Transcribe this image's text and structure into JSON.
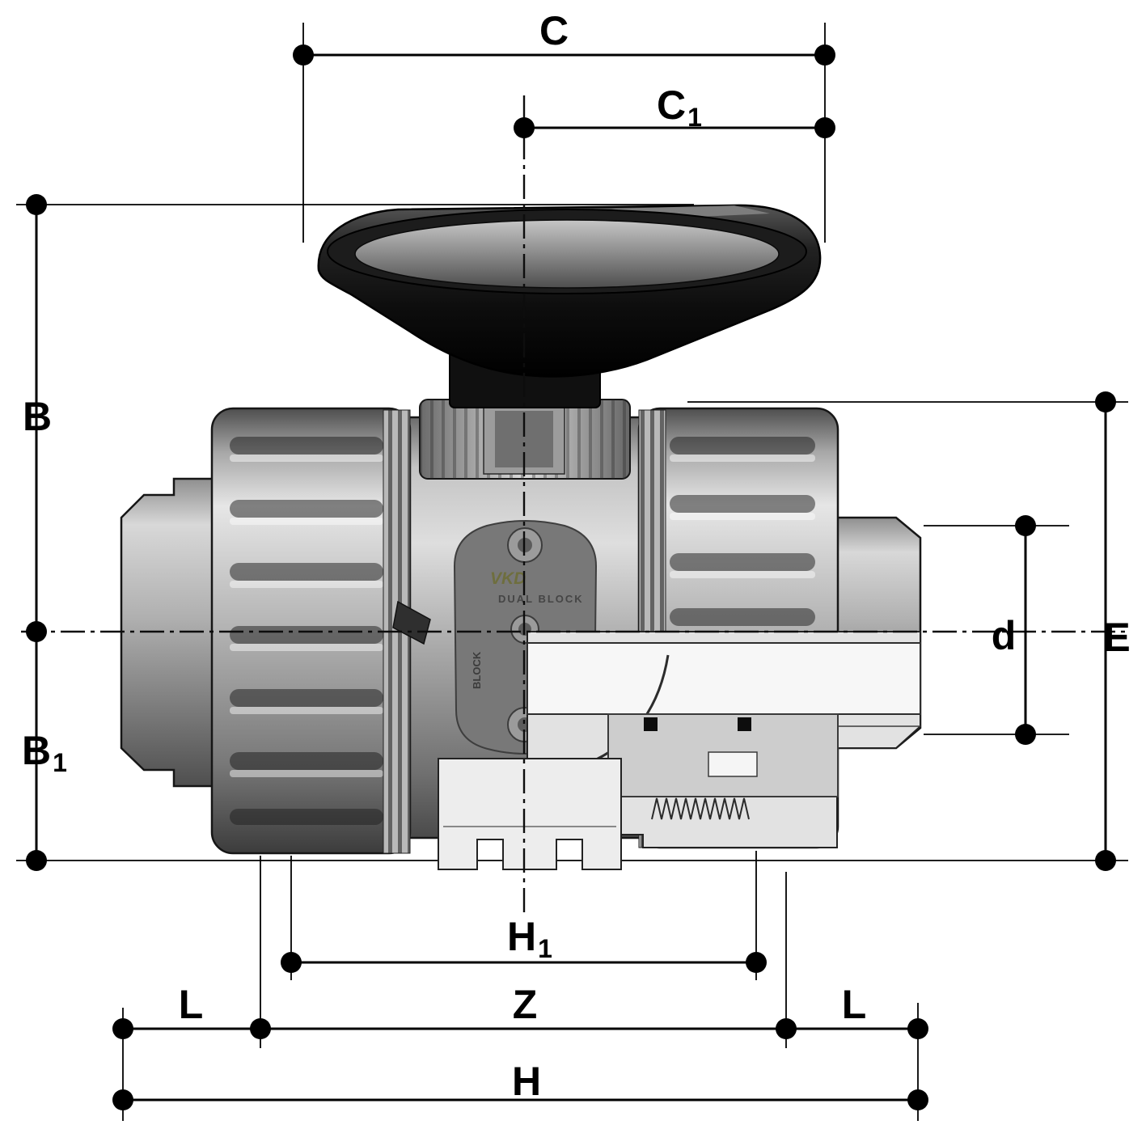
{
  "dimensions": {
    "C": {
      "base": "C",
      "sub": ""
    },
    "C1": {
      "base": "C",
      "sub": "1"
    },
    "B": {
      "base": "B",
      "sub": ""
    },
    "B1": {
      "base": "B",
      "sub": "1"
    },
    "d": {
      "base": "d",
      "sub": ""
    },
    "E": {
      "base": "E",
      "sub": ""
    },
    "H1": {
      "base": "H",
      "sub": "1"
    },
    "Z": {
      "base": "Z",
      "sub": ""
    },
    "L_left": {
      "base": "L",
      "sub": ""
    },
    "L_right": {
      "base": "L",
      "sub": ""
    },
    "H": {
      "base": "H",
      "sub": ""
    }
  },
  "valve_markings": {
    "brand": "VKD",
    "series": "DUAL BLOCK",
    "molded_side_text": "BLOCK"
  },
  "colors": {
    "background": "#ffffff",
    "line": "#000000",
    "handle_dark": "#141414",
    "body_gray": "#a9a9a9",
    "section_light": "#e2e2e2",
    "brand_text": "#6e6e3e"
  }
}
